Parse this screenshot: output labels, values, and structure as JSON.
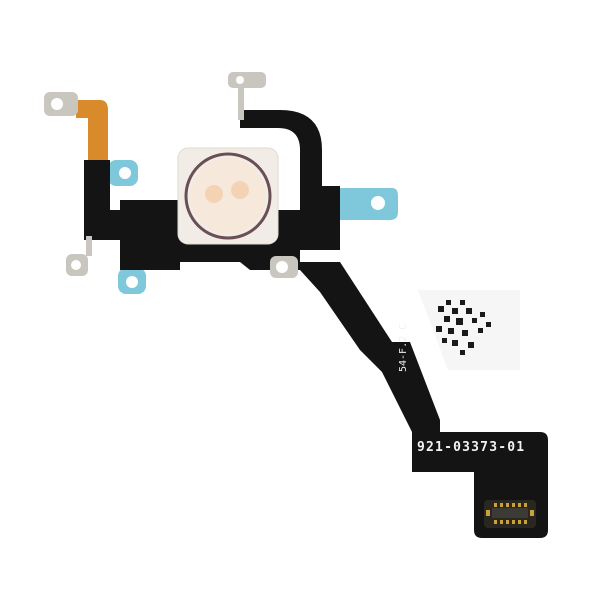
{
  "image": {
    "subject": "flashlight flex cable",
    "background_color": "#ffffff"
  },
  "labels": {
    "part_number": "921-03373-01",
    "date_code": "54-F.2 C"
  },
  "colors": {
    "flex_black": "#141414",
    "flex_orange": "#d98a2b",
    "adhesive_blue": "#7fc8dc",
    "bracket_metal": "#c9c6c0",
    "lens_white": "#f1ede6",
    "lens_ring": "#6a4f55",
    "connector_gold": "#c9a23a"
  }
}
